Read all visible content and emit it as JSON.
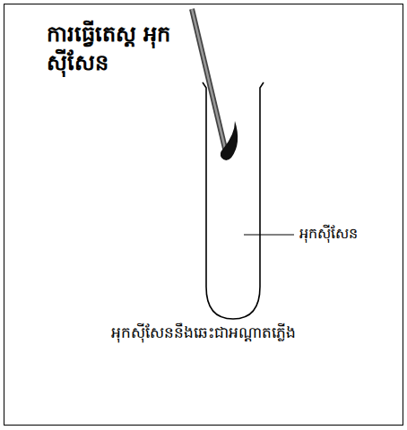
{
  "diagram": {
    "title": "ការធ្វើតេស្ត អុកស៊ីសែន",
    "caption": "អុកស៊ីសែននឹងឆេះជាអណ្តាតភ្លើង",
    "labels": [
      "អុកស៊ីសែន"
    ]
  }
}
